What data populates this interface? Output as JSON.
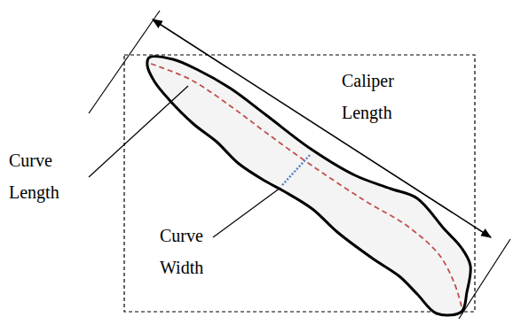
{
  "diagram": {
    "labels": [
      "Curve Length",
      "Caliper Length",
      "Curve Width"
    ]
  }
}
